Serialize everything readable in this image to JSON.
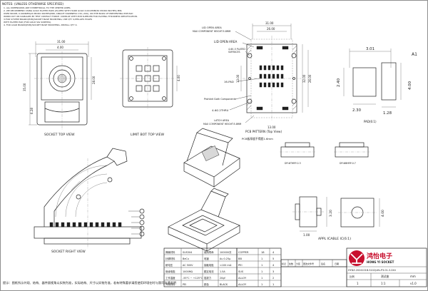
{
  "notes": {
    "title": "NOTES: (UNLESS OTHERWISE SPECIFIED)",
    "lines": [
      "1. ALL DIMENSIONS ARE SYMMETRICAL TO THE CENTER LINES.",
      "2. WE RECOMMEND USING GOLD PLATED PADS (PLATED WITH HARD GOLD 0.0013MM(50 MICRO INCHES) MIN.",
      "OVER NICKEL 0.0006MM(24 MICRO INCHES)MIN, AND/OF HARDNESS 130~200), ON THE BASIS OF PREVENTING PCB PAD",
      "WORN OUT OR DAMAGED BY TEST CONTACT FORCE. CONSULT WITH PCB SUPPLIER FOR PLATING THICKNESS SPECIFICATION.",
      "3.FOR SYSTEM BOARD(PCB)/SOCKET BASE MOUNTING, USE QTY 4,PHILLIPS HOLES",
      "WITH PLATED PAD (FOR GOLD SIG SCREWS).",
      "4. FOR LOAD BOARD(PCB)/SOCKET BASE MOUNTING, INSTALL QTY 4."
    ]
  },
  "views": {
    "socket_top": "SOCKET TOP VIEW",
    "limit_bot": "LIMIT BOT  TOP  VIEW",
    "socket_right": "SOCKET RIGHT VIEW",
    "pcb_pattern": "PCB PATTERN (Top View)",
    "pcb_thickness": "PCB板厚度不得超1.6mm",
    "pad": "PAD(6:1)",
    "applicable_ic": "APPL ICABLE IC(6:1)"
  },
  "dims": {
    "socket_top_w": "31.00",
    "socket_top_h": "35.00",
    "socket_top_a": "28.00",
    "socket_top_b": "4.00",
    "socket_side_a": "6.28",
    "pcb_w1": "31.00",
    "pcb_w2": "26.00",
    "pcb_h1": "32.00",
    "pcb_h2": "26.00",
    "pcb_h3": "13.00",
    "pcb_w3": "13.00",
    "pad_w": "3.01",
    "pad_h1": "2.40",
    "pad_h2": "4.00",
    "pad_w2": "2.30",
    "pad_w3": "1.28",
    "pad_label": "A1",
    "limit_a": "4.00",
    "ic_h": "3.20",
    "ic_w": "1.00",
    "ic_w2": "4.00"
  },
  "callouts": {
    "lid_open": "LID OPEN AREA",
    "lid_open_2": "LID OPEN AREA",
    "max_component": "MAX COMPONENT HEIGHT:5.8MM",
    "aligned": "4-Φ1.5 PLATED",
    "surfaces": "SURFACES",
    "pad_16": "16-PAD",
    "prohibit": "Prohibit Goth Components",
    "thru": "4-Φ2.2THRU",
    "latch": "LATCH AREA",
    "max_component_2": "MAX COMPONENT HEIGHT:5.8MM",
    "d1": "DP-ΦTHRP-0.3",
    "d2": "DP-ΦBHRP-0.7"
  },
  "table": {
    "rows": [
      [
        "弹簧材料",
        "SUS304",
        "使用寿命",
        "100000次"
      ],
      [
        "针脚材料",
        "BeCu",
        "电镀",
        "Au 0.25μ"
      ],
      [
        "耐电压",
        "AC 500V",
        "接触电阻",
        "<100 mΩ"
      ],
      [
        "绝缘电阻",
        "1000MΩ",
        "额定电流",
        "1.5A"
      ],
      [
        "工作温度",
        "-55°C ~ +125°C",
        "插拔力",
        "20gf"
      ],
      [
        "外壳材料",
        "PEI",
        "颜色",
        "BLACK"
      ]
    ],
    "materials": [
      [
        "COPPER",
        "18",
        "4"
      ],
      [
        "BB",
        "1",
        "5"
      ],
      [
        "PEI",
        "1",
        "4"
      ],
      [
        "SUS",
        "1",
        "3"
      ],
      [
        "ALLOY",
        "1",
        "2"
      ],
      [
        "ALLOY",
        "1",
        "1"
      ]
    ],
    "header": [
      "标记",
      "处数",
      "分区",
      "更改文件号",
      "签名",
      "日期"
    ]
  },
  "title_block": {
    "company": "鸿怡电子",
    "company_en": "HONG YI SOCKET",
    "part_no": "HYDZ-2024101B-S102(dfn-P3.01-3.2X4",
    "name": "测试座",
    "scale_label": "比例",
    "scale": "1:1",
    "unit": "mm",
    "version": "v1.0",
    "sheet": "1"
  },
  "footer_note": "提示：图纸所示外观、结构、器件顾视角以实物为准，实际结构、尺寸以实物为准，若有特殊要求请您使用环境在时与我司沟通说明"
}
